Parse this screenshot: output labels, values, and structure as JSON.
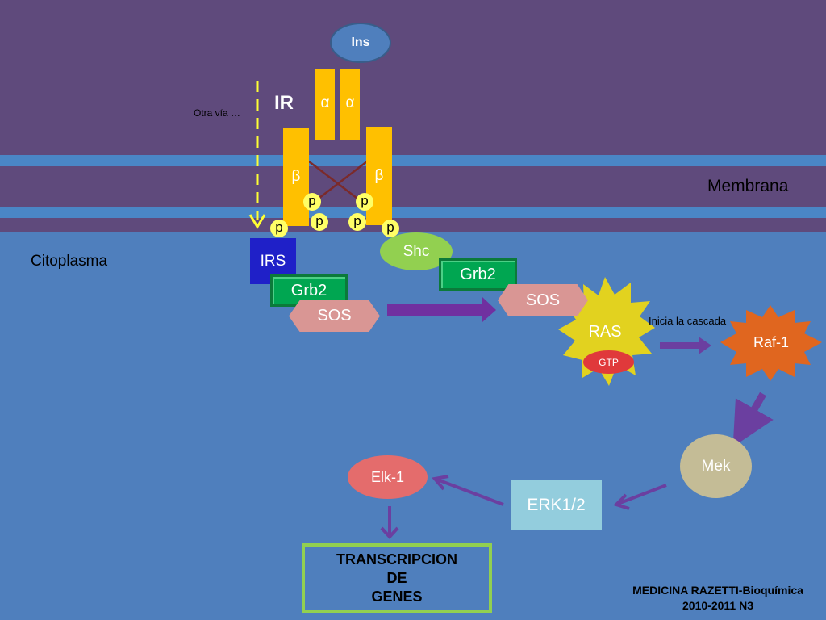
{
  "ligand": {
    "label": "Ins"
  },
  "receptor": {
    "label": "IR",
    "alpha_label": "α",
    "beta_label": "β",
    "phospho_label": "p"
  },
  "regions": {
    "extracellular_color": "#5f4a7c",
    "membrane_label": "Membrana",
    "cytoplasm_label": "Citoplasma",
    "cytoplasm_color": "#4f7fbd",
    "membrane_band_color": "#4a86c6"
  },
  "pathway_left": {
    "other_route_label": "Otra vía …",
    "irs": "IRS",
    "grb2": "Grb2",
    "sos": "SOS"
  },
  "pathway_right": {
    "shc": "Shc",
    "grb2": "Grb2",
    "sos": "SOS",
    "ras": "RAS",
    "gtp": "GTP",
    "cascade_label": "Inicia la cascada",
    "raf": "Raf-1",
    "mek": "Mek",
    "erk": "ERK1/2",
    "elk": "Elk-1"
  },
  "outcome": {
    "line1": "TRANSCRIPCION",
    "line2": "DE",
    "line3": "GENES"
  },
  "credits": {
    "line1": "MEDICINA RAZETTI-Bioquímica",
    "line2": "2010-2011 N3"
  },
  "colors": {
    "receptor": "#ffc000",
    "grb2": "#00a651",
    "sos": "#d99694",
    "shc": "#92d050",
    "ras": "#e2d21f",
    "gtp": "#e0393b",
    "raf": "#e0661f",
    "mek": "#c4bc96",
    "erk": "#93cddd",
    "elk": "#e46c6c",
    "irs": "#1f20c8",
    "arrow": "#6b3fa0",
    "other_route": "#ffff33",
    "outcome_border": "#92d050"
  }
}
